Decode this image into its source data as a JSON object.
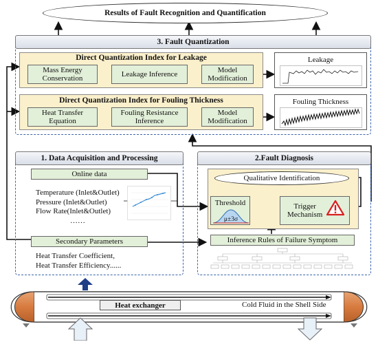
{
  "results": {
    "title": "Results of Fault Recognition and Quantification"
  },
  "quantization": {
    "title": "3. Fault Quantization",
    "leakage": {
      "title": "Direct Quantization Index for Leakage",
      "steps": [
        "Mass Energy\nConservation",
        "Leakage Inference",
        "Model\nModification"
      ],
      "output": "Leakage"
    },
    "fouling": {
      "title": "Direct Quantization Index for Fouling Thickness",
      "steps": [
        "Heat Transfer\nEquation",
        "Fouling Resistance\nInference",
        "Model\nModification"
      ],
      "output": "Fouling Thickness"
    }
  },
  "acquisition": {
    "title": "1. Data Acquisition and Processing",
    "online": "Online data",
    "online_items": [
      "Temperature (Inlet&Outlet)",
      "Pressure (Inlet&Outlet)",
      "Flow Rate(Inlet&Outlet)",
      "……"
    ],
    "secondary": "Secondary Parameters",
    "secondary_items": [
      "Heat Transfer Coefficient,",
      "Heat Transfer Efficiency......"
    ]
  },
  "diagnosis": {
    "title": "2.Fault Diagnosis",
    "qualitative": "Qualitative Identification",
    "threshold": "Threshold",
    "formula": "μ±3σ",
    "trigger": "Trigger\nMechanism",
    "rules": "Inference Rules of Failure Symptom"
  },
  "exchanger": {
    "label": "Heat exchanger",
    "shell_label": "Cold Fluid in the Shell Side"
  },
  "colors": {
    "panel_border": "#3a64a8",
    "yellow": "#fbf0cc",
    "green": "#e3f0d9",
    "warning": "#d92020",
    "arrow_blue": "#1f3f86"
  }
}
